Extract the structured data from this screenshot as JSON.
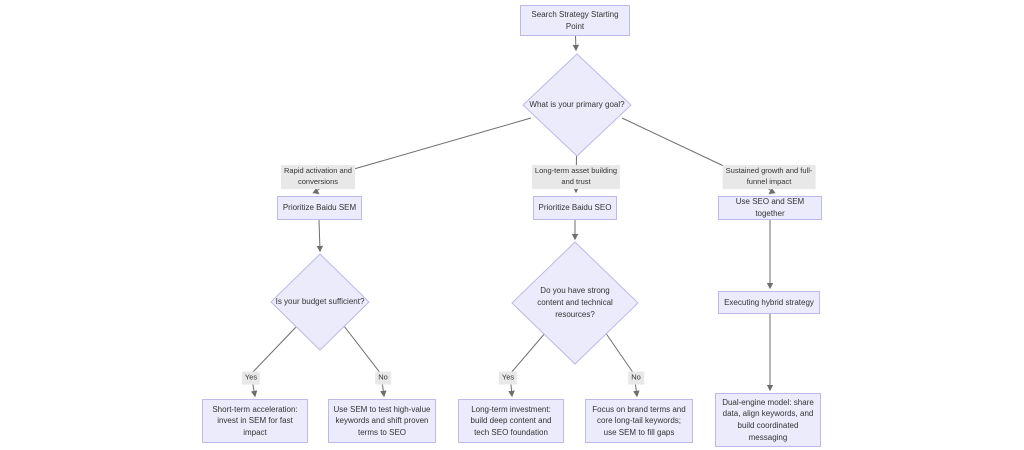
{
  "diagram": {
    "type": "flowchart",
    "background": "#ffffff",
    "colors": {
      "background": "#ffffff",
      "node_fill": "#ECEBFB",
      "node_border": "#bdb9ea",
      "edge_label_bg": "#e8e8e8",
      "line": "#6e6e6e",
      "text": "#333333"
    },
    "nodes": {
      "start": "Search Strategy Starting\nPoint",
      "goal": "What is your primary goal?",
      "sem": "Prioritize Baidu SEM",
      "seo": "Prioritize Baidu SEO",
      "both": "Use SEO and SEM together",
      "budget": "Is your budget sufficient?",
      "resources": "Do you have strong\ncontent and technical\nresources?",
      "hybrid": "Executing hybrid strategy",
      "sem_yes": "Short-term acceleration:\ninvest in SEM for fast\nimpact",
      "sem_no": "Use SEM to test high-value\nkeywords and shift proven\nterms to SEO",
      "seo_yes": "Long-term investment:\nbuild deep content and\ntech SEO foundation",
      "seo_no": "Focus on brand terms and\ncore long-tail keywords;\nuse SEM to fill gaps",
      "dual": "Dual-engine model: share\ndata, align keywords, and\nbuild coordinated\nmessaging"
    },
    "edge_labels": {
      "goal_sem": "Rapid activation and\nconversions",
      "goal_seo": "Long-term asset building\nand trust",
      "goal_both": "Sustained growth and full-\nfunnel impact",
      "yes": "Yes",
      "no": "No"
    }
  }
}
